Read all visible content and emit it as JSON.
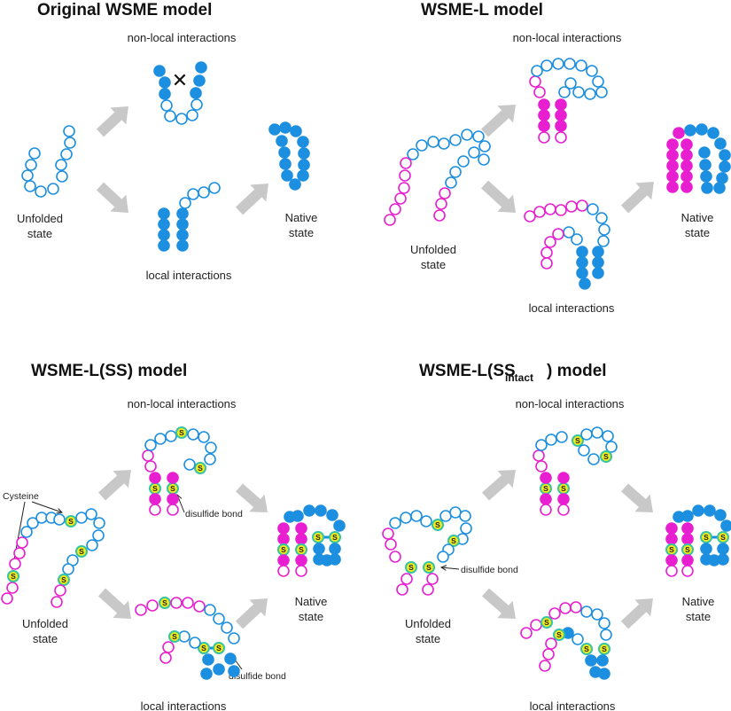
{
  "colors": {
    "local": "#1c8fe0",
    "nonlocal_open": "#1c8fe0",
    "linker": "#e81fd0",
    "cysteine_fill": "#f3ec19",
    "cysteine_ring": "#36c4a4",
    "arrow": "#c8c8c8"
  },
  "panels": {
    "p1": {
      "title": "Original WSME model",
      "nonlocal": "non-local interactions",
      "local": "local interactions",
      "unfolded_1": "Unfolded",
      "unfolded_2": "state",
      "native_1": "Native",
      "native_2": "state"
    },
    "p2": {
      "title": "WSME-L model",
      "nonlocal": "non-local interactions",
      "local": "local interactions",
      "unfolded_1": "Unfolded",
      "unfolded_2": "state",
      "native_1": "Native",
      "native_2": "state"
    },
    "p3": {
      "title": "WSME-L(SS) model",
      "nonlocal": "non-local interactions",
      "local": "local interactions",
      "unfolded_1": "Unfolded",
      "unfolded_2": "state",
      "native_1": "Native",
      "native_2": "state",
      "cysteine": "Cysteine",
      "disulfide_a": "disulfide bond",
      "disulfide_b": "disulfide bond"
    },
    "p4": {
      "title_main": "WSME-L(SS",
      "title_sub": "intact",
      "title_end": ") model",
      "nonlocal": "non-local interactions",
      "local": "local interactions",
      "unfolded_1": "Unfolded",
      "unfolded_2": "state",
      "native_1": "Native",
      "native_2": "state",
      "disulfide": "disulfide bond"
    }
  },
  "sulfur_label": "S",
  "cross_mark": "✕"
}
